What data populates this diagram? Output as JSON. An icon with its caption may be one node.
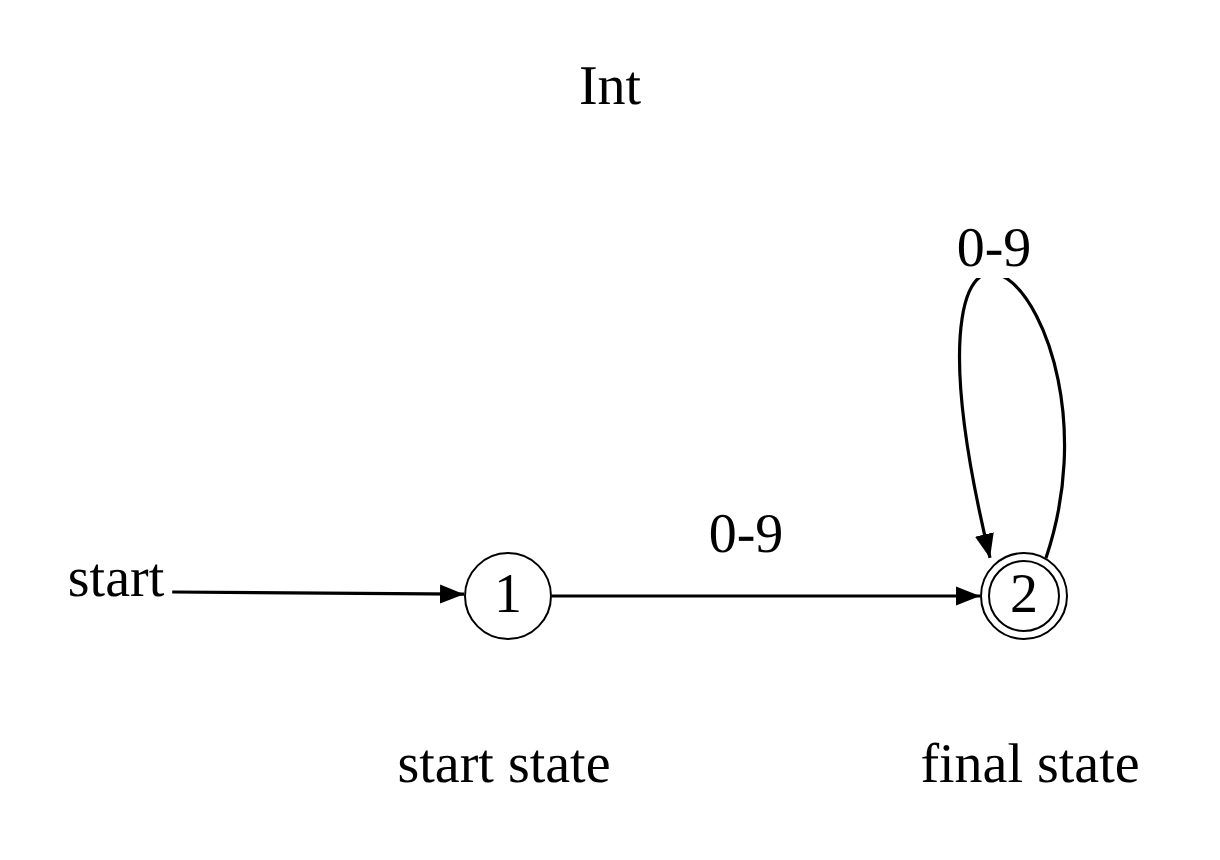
{
  "diagram": {
    "title": "Int",
    "nodes": [
      {
        "text": [
          "start"
        ]
      },
      {
        "text": [
          "1"
        ],
        "beside": [
          "start state"
        ]
      },
      {
        "text": [
          "2"
        ],
        "beside": [
          "final state"
        ]
      }
    ],
    "edges": [
      {
        "from": 0,
        "to": 1,
        "arrow": "to"
      },
      {
        "from": 1,
        "to": 2,
        "arrow": "to",
        "label": "0-9"
      },
      {
        "from": 2,
        "to": 2,
        "arrow": "to",
        "label": "0-9"
      }
    ]
  }
}
